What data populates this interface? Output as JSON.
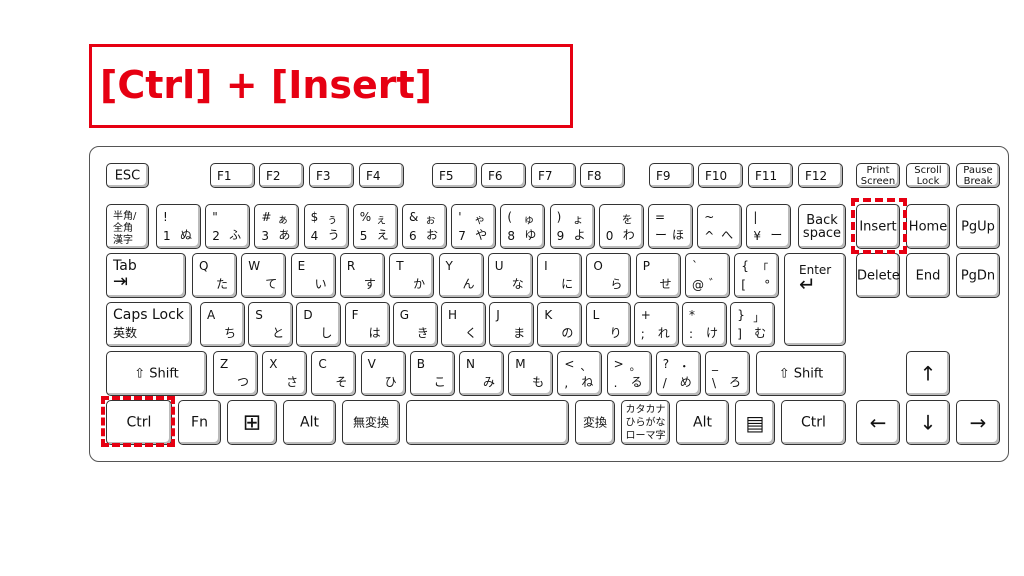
{
  "title": "[Ctrl] + [Insert]",
  "accent_color": "#e60012",
  "keys": {
    "esc": "ESC",
    "f1": "F1",
    "f2": "F2",
    "f3": "F3",
    "f4": "F4",
    "f5": "F5",
    "f6": "F6",
    "f7": "F7",
    "f8": "F8",
    "f9": "F9",
    "f10": "F10",
    "f11": "F11",
    "f12": "F12",
    "print": "Print\nScreen",
    "scroll": "Scroll\nLock",
    "pause": "Pause\nBreak",
    "hankaku": "半角/\n全角\n漢字",
    "num_row": [
      {
        "tl": "!",
        "tr": "",
        "bl": "1",
        "br": "ぬ"
      },
      {
        "tl": "\"",
        "tr": "",
        "bl": "2",
        "br": "ふ"
      },
      {
        "tl": "#",
        "tr": "ぁ",
        "bl": "3",
        "br": "あ"
      },
      {
        "tl": "$",
        "tr": "ぅ",
        "bl": "4",
        "br": "う"
      },
      {
        "tl": "%",
        "tr": "ぇ",
        "bl": "5",
        "br": "え"
      },
      {
        "tl": "&",
        "tr": "ぉ",
        "bl": "6",
        "br": "お"
      },
      {
        "tl": "'",
        "tr": "ゃ",
        "bl": "7",
        "br": "や"
      },
      {
        "tl": "(",
        "tr": "ゅ",
        "bl": "8",
        "br": "ゆ"
      },
      {
        "tl": ")",
        "tr": "ょ",
        "bl": "9",
        "br": "よ"
      },
      {
        "tl": "",
        "tr": "を",
        "bl": "0",
        "br": "わ"
      },
      {
        "tl": "=",
        "tr": "",
        "bl": "ー",
        "br": "ほ"
      },
      {
        "tl": "~",
        "tr": "",
        "bl": "^",
        "br": "へ"
      },
      {
        "tl": "|",
        "tr": "",
        "bl": "¥",
        "br": "ー"
      }
    ],
    "backspace": "Back\nspace",
    "insert": "Insert",
    "home": "Home",
    "pgup": "PgUp",
    "tab": "Tab",
    "q_row": [
      {
        "tl": "Q",
        "br": "た"
      },
      {
        "tl": "W",
        "br": "て"
      },
      {
        "tl": "E",
        "br": "い"
      },
      {
        "tl": "R",
        "br": "す"
      },
      {
        "tl": "T",
        "br": "か"
      },
      {
        "tl": "Y",
        "br": "ん"
      },
      {
        "tl": "U",
        "br": "な"
      },
      {
        "tl": "I",
        "br": "に"
      },
      {
        "tl": "O",
        "br": "ら"
      },
      {
        "tl": "P",
        "br": "せ"
      },
      {
        "tl": "`",
        "bl": "@",
        "br": "゛"
      },
      {
        "tl": "{",
        "tr": "「",
        "bl": "[",
        "br": "°"
      }
    ],
    "enter": "Enter",
    "delete": "Delete",
    "end": "End",
    "pgdn": "PgDn",
    "capslock": "Caps Lock",
    "capslock_sub": "英数",
    "a_row": [
      {
        "tl": "A",
        "br": "ち"
      },
      {
        "tl": "S",
        "br": "と"
      },
      {
        "tl": "D",
        "br": "し"
      },
      {
        "tl": "F",
        "br": "は"
      },
      {
        "tl": "G",
        "br": "き"
      },
      {
        "tl": "H",
        "br": "く"
      },
      {
        "tl": "J",
        "br": "ま"
      },
      {
        "tl": "K",
        "br": "の"
      },
      {
        "tl": "L",
        "br": "り"
      },
      {
        "tl": "+",
        "bl": ";",
        "br": "れ"
      },
      {
        "tl": "*",
        "bl": ":",
        "br": "け"
      },
      {
        "tl": "}",
        "tr": "」",
        "bl": "]",
        "br": "む"
      }
    ],
    "shift": "Shift",
    "z_row": [
      {
        "tl": "Z",
        "br": "つ"
      },
      {
        "tl": "X",
        "br": "さ"
      },
      {
        "tl": "C",
        "br": "そ"
      },
      {
        "tl": "V",
        "br": "ひ"
      },
      {
        "tl": "B",
        "br": "こ"
      },
      {
        "tl": "N",
        "br": "み"
      },
      {
        "tl": "M",
        "br": "も"
      },
      {
        "tl": "<",
        "tr": "、",
        "bl": ",",
        "br": "ね"
      },
      {
        "tl": ">",
        "tr": "。",
        "bl": ".",
        "br": "る"
      },
      {
        "tl": "?",
        "tr": "・",
        "bl": "/",
        "br": "め"
      },
      {
        "tl": "_",
        "tr": "",
        "bl": "\\",
        "br": "ろ"
      }
    ],
    "ctrl": "Ctrl",
    "fn": "Fn",
    "alt": "Alt",
    "muhenkan": "無変換",
    "henkan": "変換",
    "kana": "カタカナ\nひらがな\nローマ字",
    "arrow_up": "↑",
    "arrow_down": "↓",
    "arrow_left": "←",
    "arrow_right": "→"
  }
}
